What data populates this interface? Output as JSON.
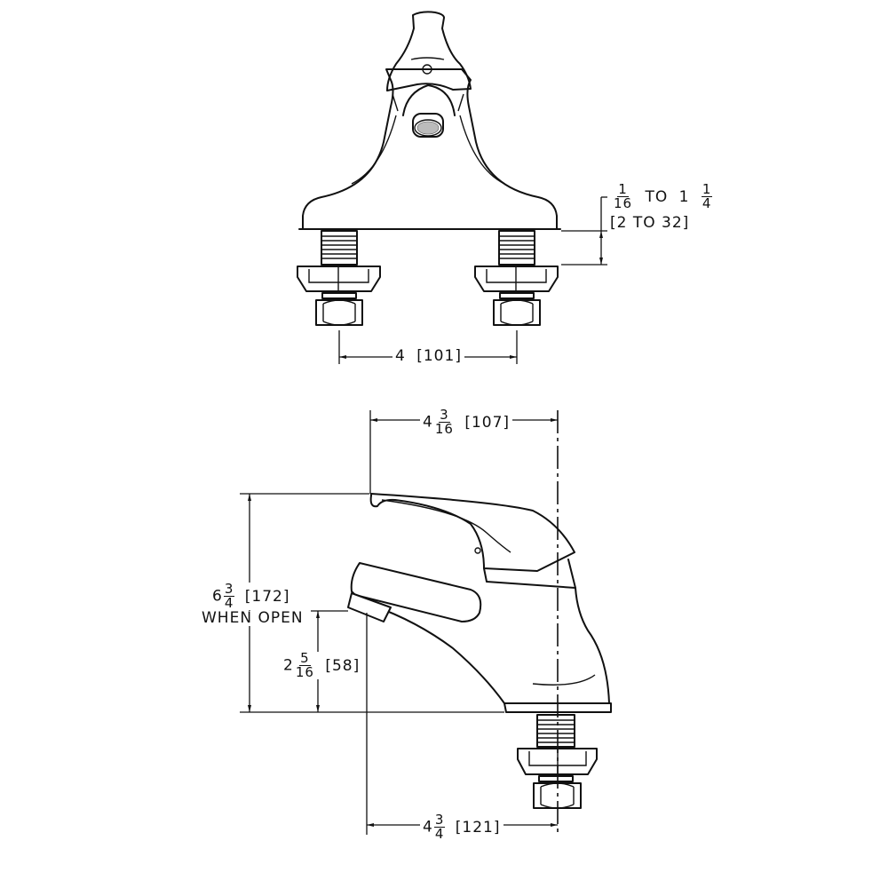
{
  "drawing": {
    "title": "Single lever faucet dimension drawing",
    "views": [
      "front-view",
      "side-view"
    ]
  },
  "front_view": {
    "deck_thickness": {
      "min_fraction": {
        "num": "1",
        "den": "16"
      },
      "to1": "TO",
      "max_whole": "1",
      "max_fraction": {
        "num": "1",
        "den": "4"
      },
      "metric": "[2 TO 32]"
    },
    "shank_spacing": {
      "imperial": "4",
      "metric": "[101]"
    }
  },
  "side_view": {
    "reach_handle": {
      "whole": "4",
      "fraction": {
        "num": "3",
        "den": "16"
      },
      "metric": "[107]"
    },
    "overall_height": {
      "whole": "6",
      "fraction": {
        "num": "3",
        "den": "4"
      },
      "metric": "[172]",
      "note": "WHEN OPEN"
    },
    "spout_height": {
      "whole": "2",
      "fraction": {
        "num": "5",
        "den": "16"
      },
      "metric": "[58]"
    },
    "spout_reach": {
      "whole": "4",
      "fraction": {
        "num": "3",
        "den": "4"
      },
      "metric": "[121]"
    }
  }
}
